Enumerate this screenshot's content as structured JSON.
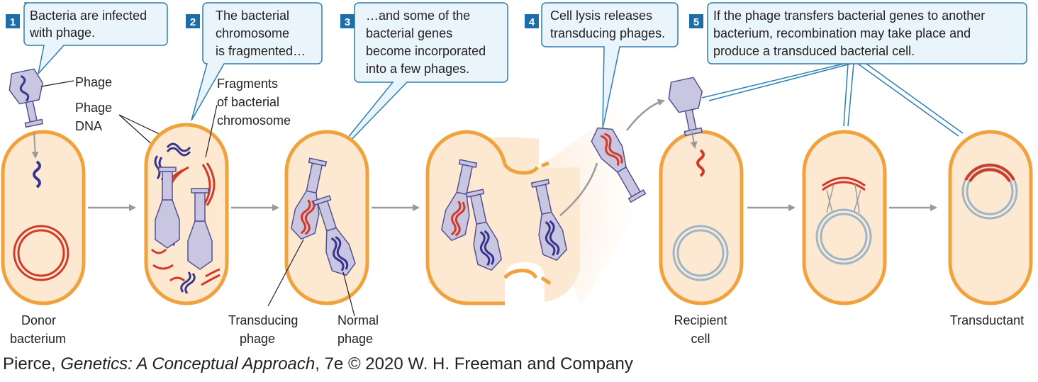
{
  "steps": [
    {
      "number": "1",
      "lines": [
        "Bacteria are infected",
        "with phage."
      ]
    },
    {
      "number": "2",
      "lines": [
        "The bacterial",
        "chromosome",
        "is fragmented…"
      ]
    },
    {
      "number": "3",
      "lines": [
        "…and some of the",
        "bacterial genes",
        "become incorporated",
        "into a few phages."
      ]
    },
    {
      "number": "4",
      "lines": [
        "Cell lysis releases",
        "transducing phages."
      ]
    },
    {
      "number": "5",
      "lines": [
        "If the phage transfers bacterial genes to another",
        "bacterium, recombination may take place and",
        "produce a transduced bacterial cell."
      ]
    }
  ],
  "labels": {
    "phage": "Phage",
    "phage_dna": [
      "Phage",
      "DNA"
    ],
    "fragments": [
      "Fragments",
      "of bacterial",
      "chromosome"
    ],
    "donor": [
      "Donor",
      "bacterium"
    ],
    "transducing": [
      "Transducing",
      "phage"
    ],
    "normal": [
      "Normal",
      "phage"
    ],
    "recipient": [
      "Recipient",
      "cell"
    ],
    "transductant": "Transductant"
  },
  "credit": {
    "author": "Pierce, ",
    "title": "Genetics: A Conceptual Approach",
    "rest": ", 7e © 2020 W. H. Freeman and Company"
  },
  "colors": {
    "cell_fill": "#fde9d2",
    "cell_border": "#f0a23c",
    "phage_fill": "#c9c6e2",
    "phage_stroke": "#55508f",
    "phage_dna": "#3a358c",
    "bacterial_dna": "#d23a28",
    "recipient_dna": "#9cb6c8",
    "callout_fill": "#e9f4fb",
    "callout_stroke": "#2e7fb1",
    "step_badge": "#1b6ea8",
    "arrow": "#9a9a9a"
  }
}
